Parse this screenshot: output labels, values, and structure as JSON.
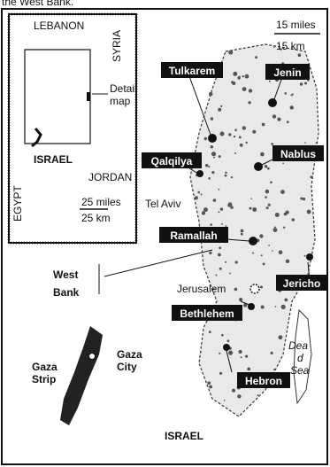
{
  "header_caption": "the West Bank.",
  "scale_top": {
    "miles": "15 miles",
    "km": "15 km"
  },
  "inset": {
    "lebanon": "LEBANON",
    "syria": "SYRIA",
    "israel": "ISRAEL",
    "jordan": "JORDAN",
    "egypt": "EGYPT",
    "detail_map": "Detail\nmap",
    "scale_miles": "25 miles",
    "scale_km": "25 km"
  },
  "cities_boxed": [
    "Tulkarem",
    "Jenin",
    "Qalqilya",
    "Nablus",
    "Ramallah",
    "Jericho",
    "Bethlehem",
    "Hebron"
  ],
  "labels": {
    "tel_aviv": "Tel Aviv",
    "west_bank_1": "West",
    "west_bank_2": "Bank",
    "jerusalem": "Jerusalem",
    "gaza_strip_1": "Gaza",
    "gaza_strip_2": "Strip",
    "gaza_city_1": "Gaza",
    "gaza_city_2": "City",
    "dead_sea_1": "Dea",
    "dead_sea_2": "d",
    "dead_sea_3": "Sea",
    "israel_main": "ISRAEL"
  },
  "colors": {
    "ink": "#111111",
    "paper": "#ffffff",
    "stipple": "#555555"
  }
}
